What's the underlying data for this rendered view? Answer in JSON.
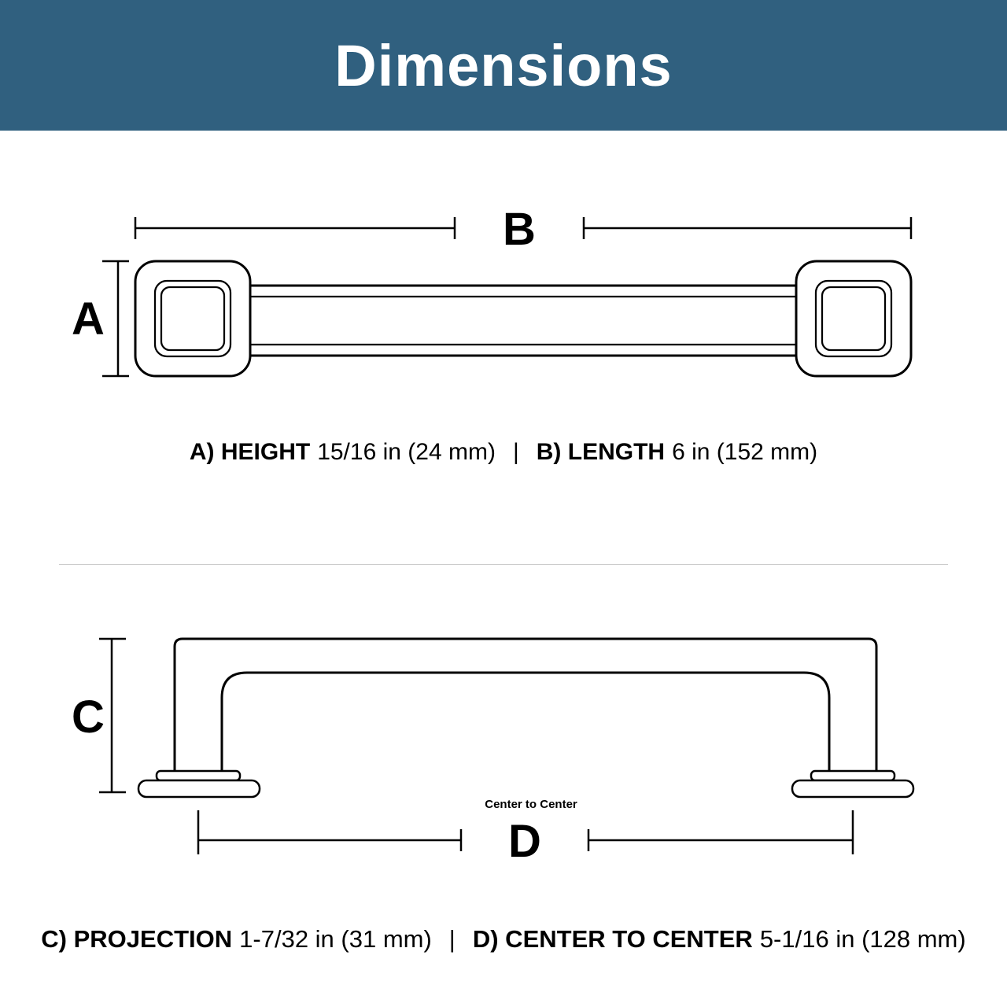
{
  "header": {
    "title": "Dimensions",
    "bg_color": "#30607f"
  },
  "top_diagram": {
    "label_a": "A",
    "label_b": "B"
  },
  "captions_top": {
    "a_label": "A) HEIGHT",
    "a_value": "15/16 in (24 mm)",
    "separator": "|",
    "b_label": "B) LENGTH",
    "b_value": "6 in (152 mm)"
  },
  "bottom_diagram": {
    "label_c": "C",
    "label_d": "D",
    "note": "Center to Center"
  },
  "captions_bottom": {
    "c_label": "C) PROJECTION",
    "c_value": "1-7/32 in (31 mm)",
    "separator": "|",
    "d_label": "D) CENTER TO CENTER",
    "d_value": "5-1/16 in (128 mm)"
  }
}
